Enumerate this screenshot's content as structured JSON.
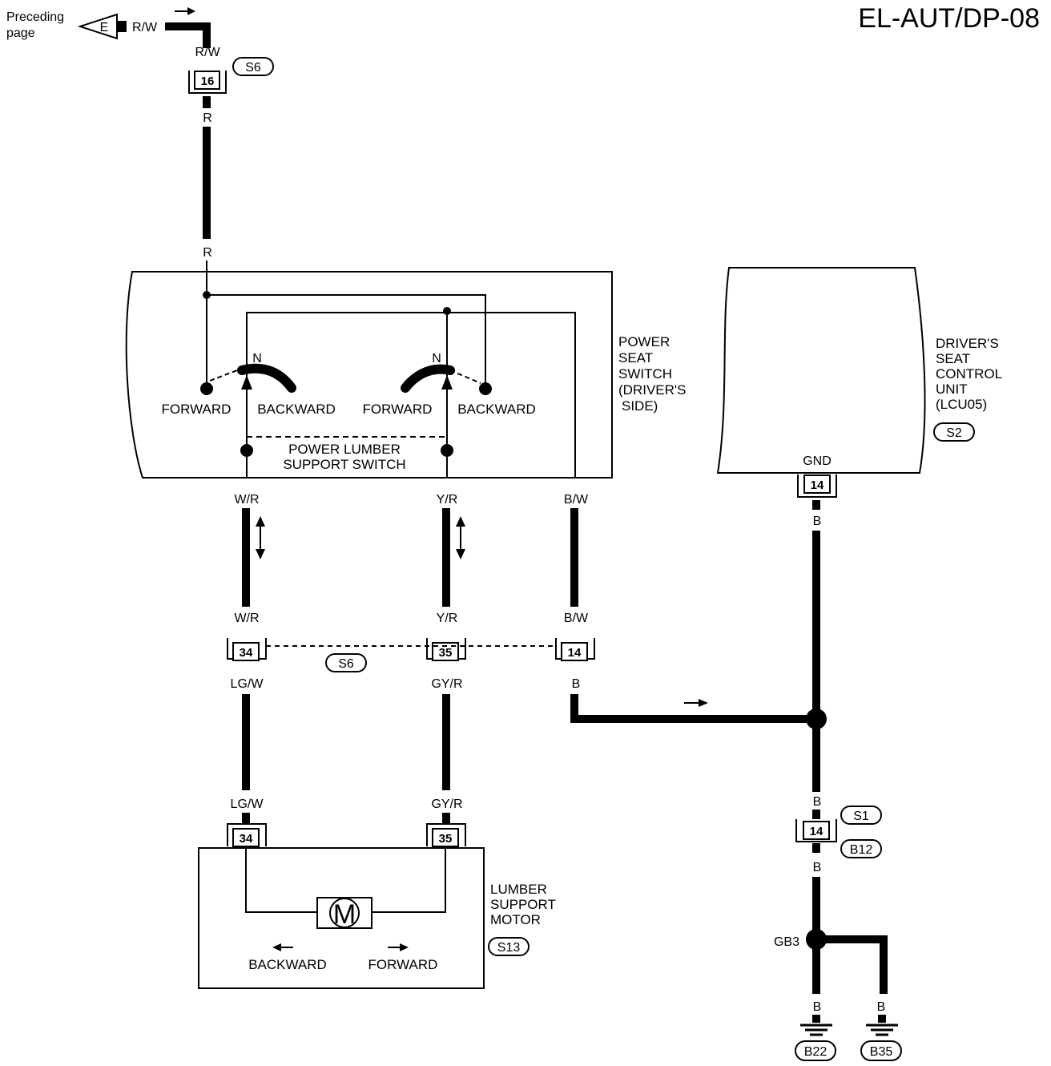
{
  "header": {
    "page_code": "EL-AUT/DP-08"
  },
  "preceding": {
    "line1": "Preceding",
    "line2": "page",
    "connector_letter": "E",
    "wire": "R/W"
  },
  "top_connector": {
    "wire_above": "R/W",
    "pin": "16",
    "connector_id": "S6",
    "wire_below": "R",
    "wire_at_switch": "R"
  },
  "power_seat_switch": {
    "name_lines": [
      "POWER",
      "SEAT",
      "SWITCH",
      "(DRIVER'S",
      "SIDE)"
    ],
    "neutral_left": "N",
    "neutral_right": "N",
    "pos_forward_left": "FORWARD",
    "pos_backward_left": "BACKWARD",
    "pos_forward_right": "FORWARD",
    "pos_backward_right": "BACKWARD",
    "lumber_line1": "POWER LUMBER",
    "lumber_line2": "SUPPORT SWITCH"
  },
  "control_unit": {
    "name_lines": [
      "DRIVER'S",
      "SEAT",
      "CONTROL",
      "UNIT",
      "(LCU05)"
    ],
    "connector_id": "S2",
    "terminal_label": "GND",
    "pin": "14",
    "wire": "B"
  },
  "harness": {
    "wires_top": [
      "W/R",
      "Y/R",
      "B/W"
    ],
    "wires_top2": [
      "W/R",
      "Y/R",
      "B/W"
    ],
    "pins": [
      "34",
      "35",
      "14"
    ],
    "connector_id": "S6",
    "wires_bottom": [
      "LG/W",
      "GY/R",
      "B"
    ]
  },
  "motor": {
    "wires": [
      "LG/W",
      "GY/R"
    ],
    "pins": [
      "34",
      "35"
    ],
    "symbol": "M",
    "name_lines": [
      "LUMBER",
      "SUPPORT",
      "MOTOR"
    ],
    "connector_id": "S13",
    "dir_backward": "BACKWARD",
    "dir_forward": "FORWARD"
  },
  "ground": {
    "wire_upper": "B",
    "pin": "14",
    "connector_id_a": "S1",
    "connector_id_b": "B12",
    "wire_lower": "B",
    "splice": "GB3",
    "wire_left": "B",
    "wire_right": "B",
    "ground_a": "B22",
    "ground_b": "B35"
  }
}
